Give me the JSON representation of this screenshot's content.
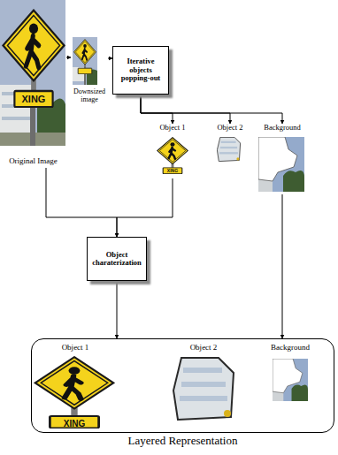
{
  "diagram": {
    "nodes": [
      {
        "text": [
          "Original Image"
        ]
      },
      {
        "text": [
          "Downsized image"
        ]
      },
      {
        "text": [
          "Iterative objects popping-out"
        ]
      },
      {
        "text": [
          "Object 1"
        ]
      },
      {
        "text": [
          "Object 2"
        ]
      },
      {
        "text": [
          "Background"
        ]
      },
      {
        "text": [
          "Object charaterization"
        ]
      },
      {
        "text": [
          "Layered Representation"
        ]
      },
      {
        "text": [
          "Object 1"
        ],
        "in": 7
      },
      {
        "text": [
          "Object 2"
        ],
        "in": 7
      },
      {
        "text": [
          "Background"
        ],
        "in": 7
      }
    ],
    "edges": [
      {
        "from": 0,
        "to": 1,
        "arrow": "to"
      },
      {
        "from": 1,
        "to": 2,
        "arrow": "to"
      },
      {
        "from": 2,
        "to": 3,
        "arrow": "to"
      },
      {
        "from": 2,
        "to": 4,
        "arrow": "to"
      },
      {
        "from": 2,
        "to": 5,
        "arrow": "to"
      },
      {
        "from": 0,
        "to": 6,
        "arrow": "to"
      },
      {
        "from": 3,
        "to": 6,
        "arrow": "to"
      },
      {
        "from": 6,
        "to": 7,
        "arrow": "to"
      },
      {
        "from": 5,
        "to": 7,
        "arrow": "to"
      }
    ],
    "labels": [
      "XING",
      "XING",
      "XING"
    ]
  }
}
